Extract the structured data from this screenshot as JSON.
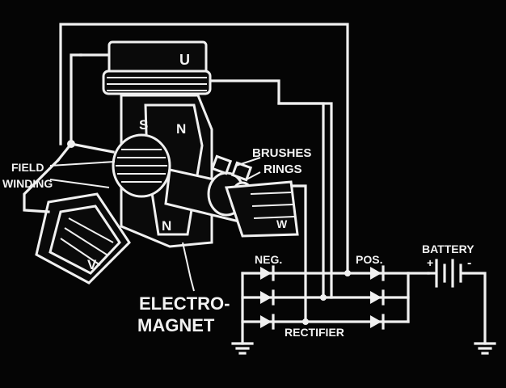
{
  "labels": {
    "field_winding_line1": "FIELD",
    "field_winding_line2": "WINDING",
    "brushes": "BRUSHES",
    "rings": "RINGS",
    "electromagnet_line1": "ELECTRO-",
    "electromagnet_line2": "MAGNET",
    "neg": "NEG.",
    "pos": "POS.",
    "battery": "BATTERY",
    "battery_plus": "+",
    "battery_minus": "-",
    "rectifier": "RECTIFIER",
    "pole_s": "S",
    "pole_n_upper": "N",
    "pole_n_lower": "N",
    "winding_u": "U",
    "winding_v": "V",
    "winding_w": "W"
  },
  "colors": {
    "background": "#050505",
    "line": "#f0f0f0"
  }
}
